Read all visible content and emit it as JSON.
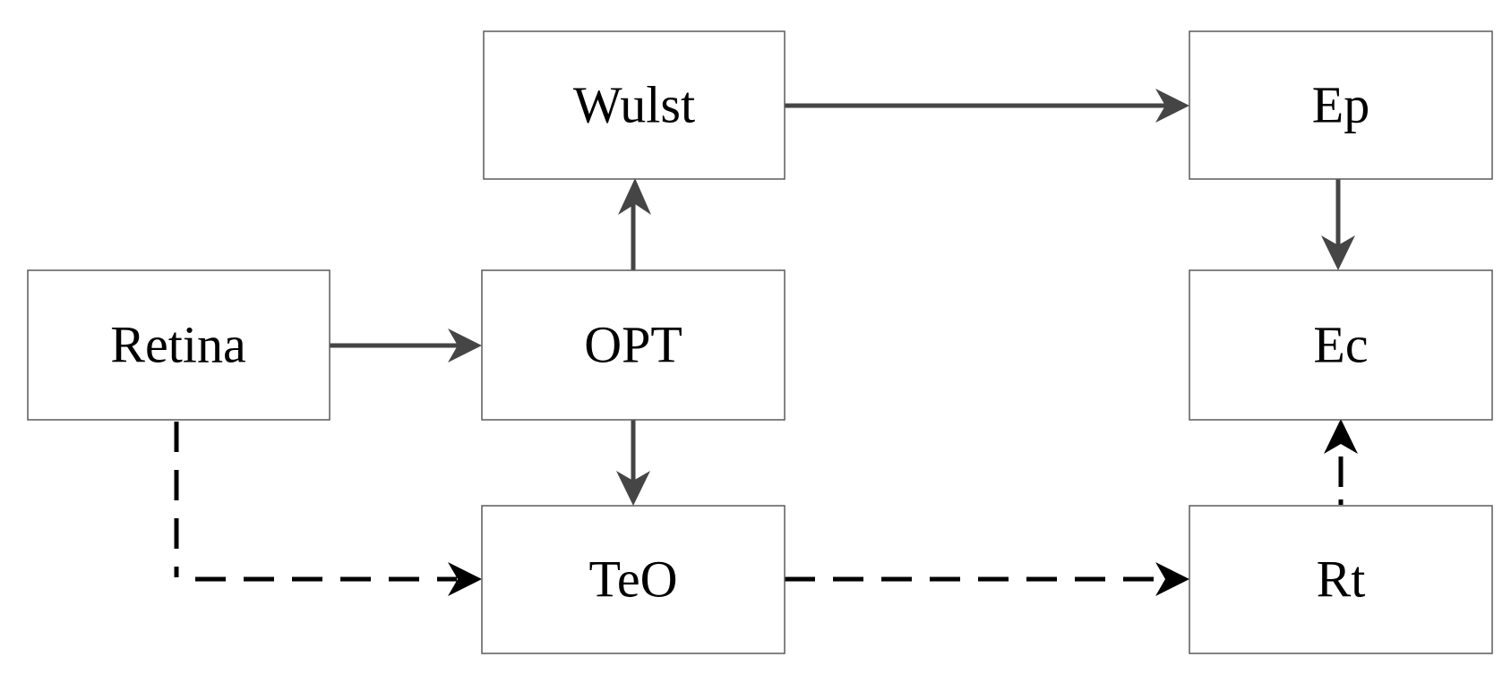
{
  "nodes": {
    "retina": "Retina",
    "opt": "OPT",
    "wulst": "Wulst",
    "teo": "TeO",
    "ep": "Ep",
    "ec": "Ec",
    "rt": "Rt"
  },
  "edges": [
    {
      "from": "Retina",
      "to": "OPT",
      "style": "solid"
    },
    {
      "from": "OPT",
      "to": "Wulst",
      "style": "solid"
    },
    {
      "from": "OPT",
      "to": "TeO",
      "style": "solid"
    },
    {
      "from": "Wulst",
      "to": "Ep",
      "style": "solid"
    },
    {
      "from": "Ep",
      "to": "Ec",
      "style": "solid"
    },
    {
      "from": "Retina",
      "to": "TeO",
      "style": "dashed"
    },
    {
      "from": "TeO",
      "to": "Rt",
      "style": "dashed"
    },
    {
      "from": "Rt",
      "to": "Ec",
      "style": "dashed"
    }
  ],
  "colors": {
    "box_stroke": "#5a5a5a",
    "solid_arrow": "#454545",
    "dashed_arrow": "#000000",
    "text": "#000000"
  }
}
